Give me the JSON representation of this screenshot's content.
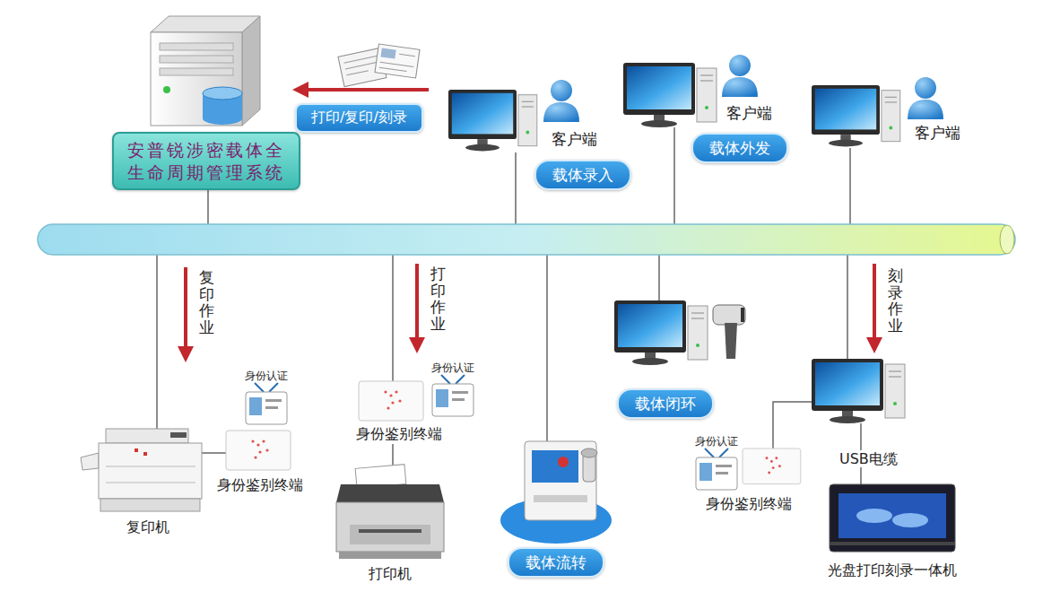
{
  "diagram": {
    "nodes": [
      {
        "text": [
          "安普锐涉密载体全生命周期管理系统"
        ]
      },
      {
        "text": [
          "打印/复印/刻录"
        ]
      },
      {
        "text": [
          "载体录入"
        ]
      },
      {
        "text": [
          "载体外发"
        ]
      },
      {
        "text": [
          "载体闭环"
        ]
      },
      {
        "text": [
          "载体流转"
        ]
      }
    ],
    "labels": [
      "客户端",
      "客户端",
      "客户端",
      "复印作业",
      "打印作业",
      "刻录作业",
      "身份认证",
      "身份认证",
      "身份认证",
      "身份鉴别终端",
      "身份鉴别终端",
      "USB电缆",
      "身份鉴别终端",
      "复印机",
      "打印机",
      "光盘打印刻录一体机"
    ]
  }
}
